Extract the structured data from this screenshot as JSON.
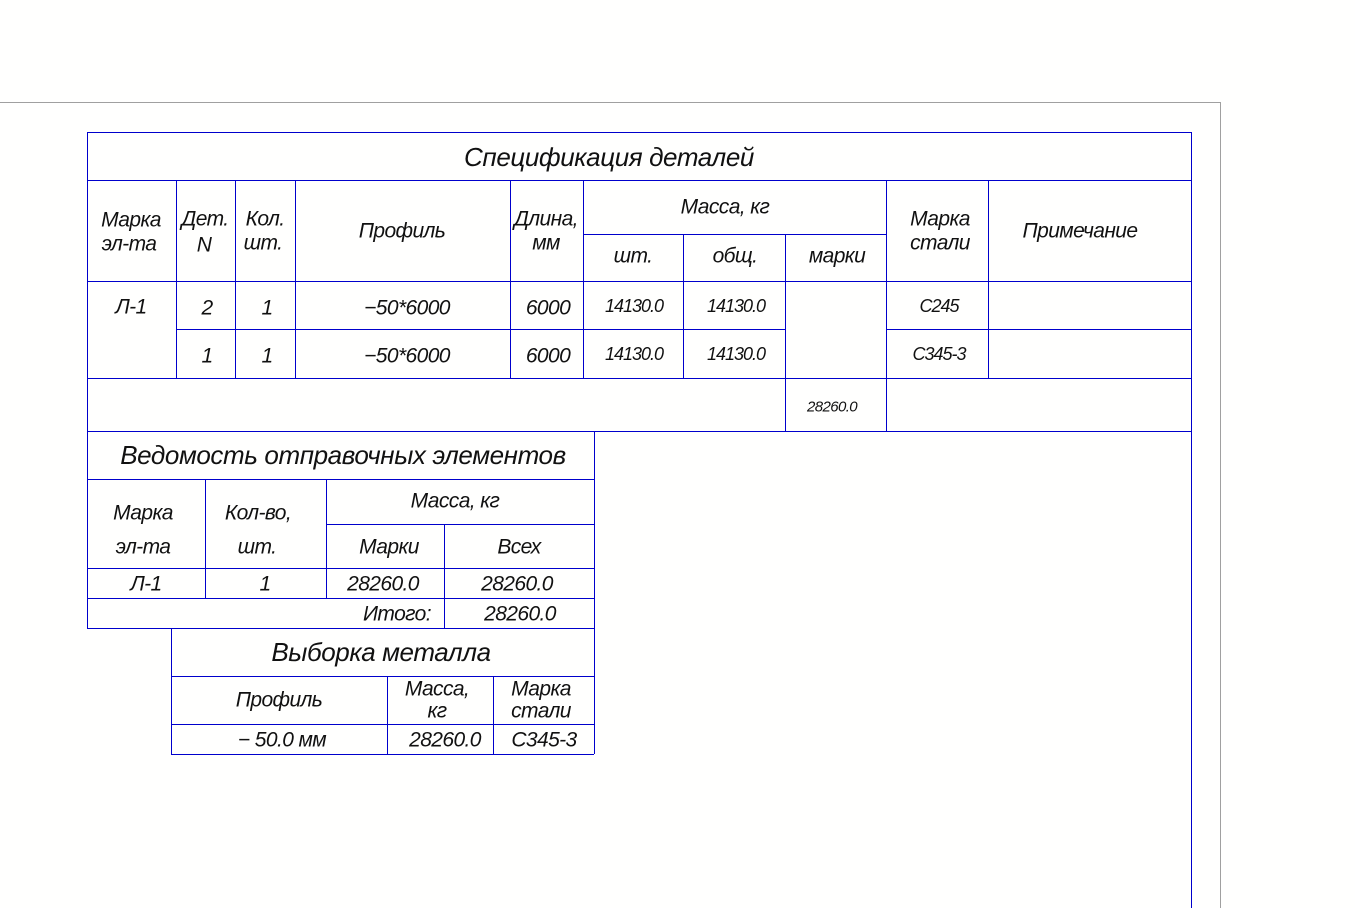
{
  "spec": {
    "title": "Спецификация деталей",
    "headers": {
      "mark_l1": "Марка",
      "mark_l2": "эл-та",
      "det_l1": "Дет.",
      "det_l2": "N",
      "qty_l1": "Кол.",
      "qty_l2": "шт.",
      "profile": "Профиль",
      "length_l1": "Длина,",
      "length_l2": "мм",
      "mass": "Масса, кг",
      "mass_piece": "шт.",
      "mass_total": "общ.",
      "mass_mark": "марки",
      "steel_l1": "Марка",
      "steel_l2": "стали",
      "note": "Примечание"
    },
    "mark": "Л-1",
    "rows": [
      {
        "det": "2",
        "qty": "1",
        "profile": "−50*6000",
        "length": "6000",
        "mass_piece": "14130.0",
        "mass_total": "14130.0",
        "steel": "С245"
      },
      {
        "det": "1",
        "qty": "1",
        "profile": "−50*6000",
        "length": "6000",
        "mass_piece": "14130.0",
        "mass_total": "14130.0",
        "steel": "С345-3"
      }
    ],
    "mark_mass_total": "28260.0"
  },
  "shipping": {
    "title": "Ведомость отправочных элементов",
    "headers": {
      "mark_l1": "Марка",
      "mark_l2": "эл-та",
      "qty_l1": "Кол-во,",
      "qty_l2": "шт.",
      "mass": "Масса, кг",
      "mass_mark": "Марки",
      "mass_all": "Всех"
    },
    "rows": [
      {
        "mark": "Л-1",
        "qty": "1",
        "mass_mark": "28260.0",
        "mass_all": "28260.0"
      }
    ],
    "total_label": "Итого:",
    "total_value": "28260.0"
  },
  "metal": {
    "title": "Выборка металла",
    "headers": {
      "profile": "Профиль",
      "mass_l1": "Масса,",
      "mass_l2": "кг",
      "steel_l1": "Марка",
      "steel_l2": "стали"
    },
    "rows": [
      {
        "profile": "− 50.0 мм",
        "mass": "28260.0",
        "steel": "С345-3"
      }
    ]
  },
  "colors": {
    "line": "#0000cc",
    "frame": "#a0a0a0",
    "text": "#111111"
  }
}
